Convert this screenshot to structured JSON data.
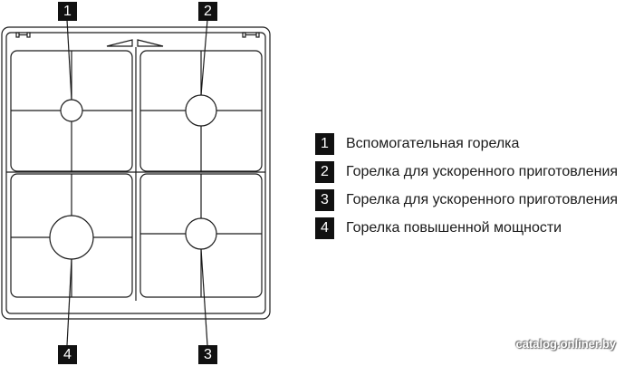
{
  "callouts": {
    "top_left": "1",
    "top_right": "2",
    "bottom_left": "4",
    "bottom_right": "3"
  },
  "legend": {
    "items": [
      {
        "number": "1",
        "label": "Вспомогательная горелка"
      },
      {
        "number": "2",
        "label": "Горелка для ускоренного приготовления"
      },
      {
        "number": "3",
        "label": "Горелка для ускоренного приготовления"
      },
      {
        "number": "4",
        "label": "Горелка повышенной мощности"
      }
    ]
  },
  "watermark": "catalog.onliner.by",
  "colors": {
    "line": "#1a1a1a",
    "label_bg": "#111111",
    "label_text": "#ffffff"
  }
}
